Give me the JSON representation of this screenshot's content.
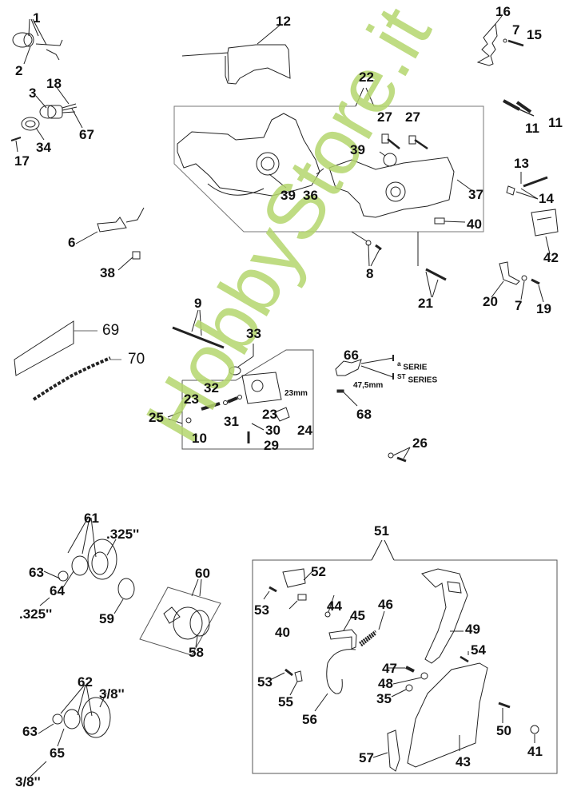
{
  "diagram": {
    "title": "Chainsaw exploded parts diagram - crankcase, oil pump, clutch and chain brake",
    "watermark": "HobbyStore.it",
    "groups": {
      "crankcase_box": {
        "callout": "22"
      },
      "oil_pump_box": {
        "callout": "25"
      },
      "clutch_box": {
        "callout": "60"
      },
      "chain_brake_box": {
        "callout": "51"
      }
    },
    "labels": {
      "p1": "1",
      "p2": "2",
      "p3": "3",
      "p6": "6",
      "p7a": "7",
      "p7b": "7",
      "p8": "8",
      "p9": "9",
      "p10": "10",
      "p11a": "11",
      "p11b": "11",
      "p12": "12",
      "p13": "13",
      "p14": "14",
      "p15": "15",
      "p16": "16",
      "p17": "17",
      "p18": "18",
      "p19": "19",
      "p20": "20",
      "p21": "21",
      "p22": "22",
      "p23a": "23",
      "p23b": "23",
      "p24": "24",
      "p25": "25",
      "p26": "26",
      "p27a": "27",
      "p27b": "27",
      "p29": "29",
      "p30": "30",
      "p31": "31",
      "p32": "32",
      "p33": "33",
      "p34": "34",
      "p35": "35",
      "p36": "36",
      "p37": "37",
      "p38": "38",
      "p39a": "39",
      "p39b": "39",
      "p40a": "40",
      "p40b": "40",
      "p41": "41",
      "p42": "42",
      "p43": "43",
      "p44": "44",
      "p45": "45",
      "p46": "46",
      "p47": "47",
      "p48": "48",
      "p49": "49",
      "p50": "50",
      "p51": "51",
      "p52": "52",
      "p53a": "53",
      "p53b": "53",
      "p54": "54",
      "p55": "55",
      "p56": "56",
      "p57": "57",
      "p58": "58",
      "p59": "59",
      "p60": "60",
      "p61": "61",
      "p62": "62",
      "p63a": "63",
      "p63b": "63",
      "p64": "64",
      "p65": "65",
      "p66": "66",
      "p67": "67",
      "p68": "68",
      "p69": "69",
      "p70": "70"
    },
    "annotations": {
      "pitch_325_top": ".325''",
      "pitch_325_bottom": ".325''",
      "pitch_38_top": "3/8''",
      "pitch_38_bottom": "3/8''",
      "dim_47_5": "47,5mm",
      "dim_23": "23mm",
      "serie_1_prefix": "I",
      "serie_1_sup": "a",
      "serie_1_text": "SERIE",
      "serie_2_prefix": "I",
      "serie_2_sup": "ST",
      "serie_2_text": "SERIES"
    }
  }
}
